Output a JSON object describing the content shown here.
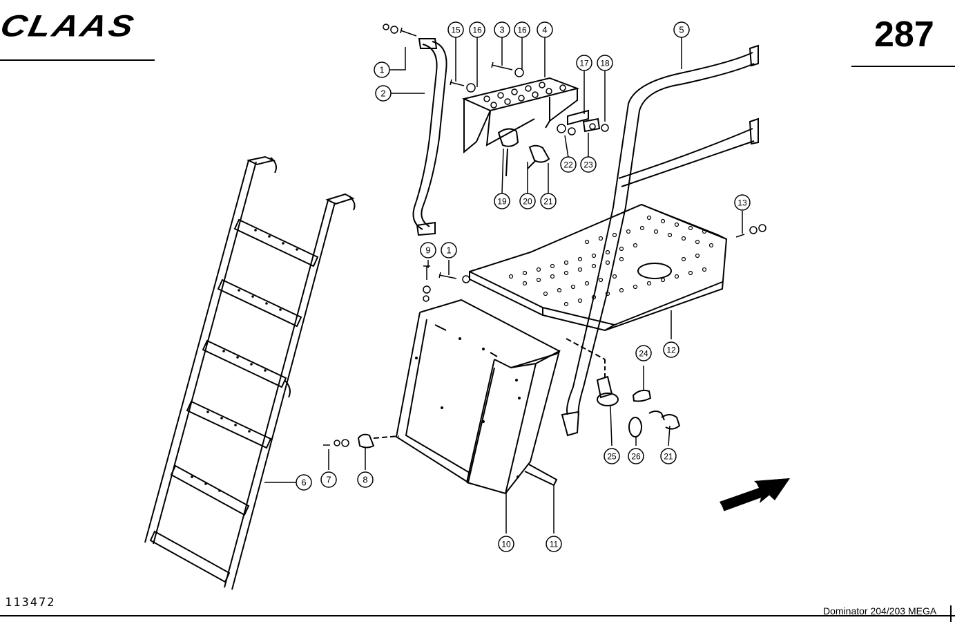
{
  "header": {
    "brand_logo": "CLAAS",
    "page_number": "287"
  },
  "footer": {
    "drawing_number": "113472",
    "model": "Dominator 204/203 MEGA"
  },
  "callouts": [
    "1",
    "2",
    "3",
    "4",
    "5",
    "6",
    "7",
    "8",
    "9",
    "10",
    "11",
    "12",
    "13",
    "15",
    "16",
    "17",
    "18",
    "19",
    "20",
    "21",
    "22",
    "23",
    "24",
    "25",
    "26"
  ],
  "direction_icon": "arrow-right-icon"
}
